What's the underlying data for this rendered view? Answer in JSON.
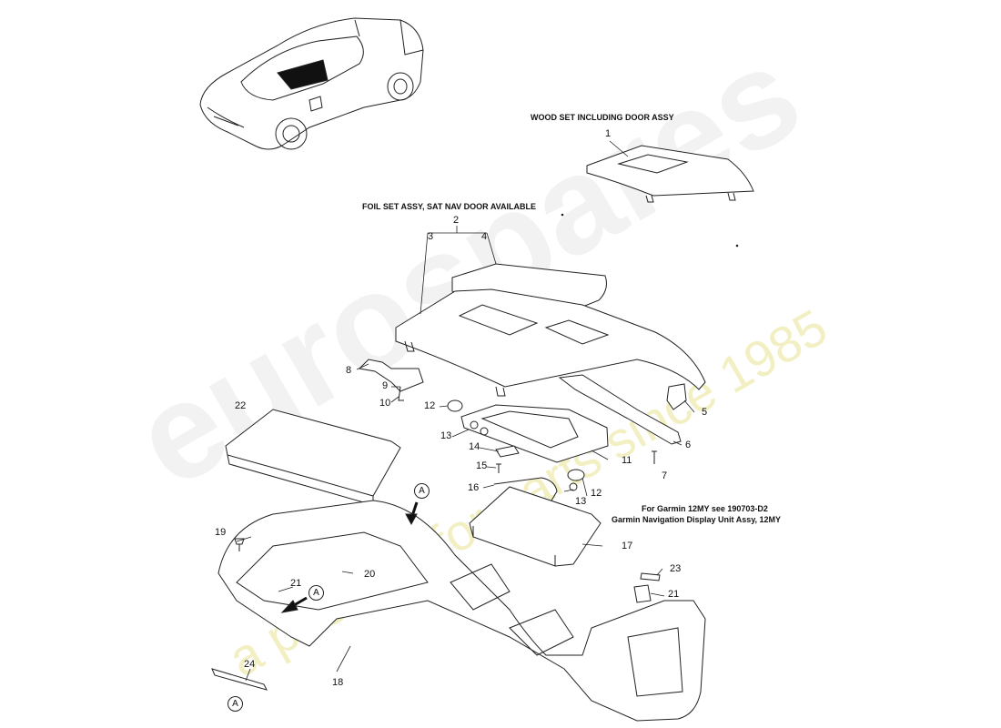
{
  "headings": {
    "wood_set": "WOOD SET INCLUDING DOOR ASSY",
    "foil_set": "FOIL SET ASSY, SAT NAV DOOR AVAILABLE",
    "garmin_line1": "For Garmin 12MY see 190703-D2",
    "garmin_line2": "Garmin Navigation Display Unit Assy, 12MY"
  },
  "callouts": {
    "p1": "1",
    "p2": "2",
    "p3": "3",
    "p4": "4",
    "p5": "5",
    "p6": "6",
    "p7": "7",
    "p8": "8",
    "p9": "9",
    "p10": "10",
    "p11": "11",
    "p12a": "12",
    "p12b": "12",
    "p13a": "13",
    "p13b": "13",
    "p14": "14",
    "p15": "15",
    "p16": "16",
    "p17": "17",
    "p18": "18",
    "p19": "19",
    "p20": "20",
    "p21a": "21",
    "p21b": "21",
    "p22": "22",
    "p23": "23",
    "p24": "24"
  },
  "reference_marks": {
    "a1": "A",
    "a2": "A",
    "a3": "A"
  },
  "watermark": {
    "brand": "eurospares",
    "tagline": "a passion for parts since 1985"
  }
}
